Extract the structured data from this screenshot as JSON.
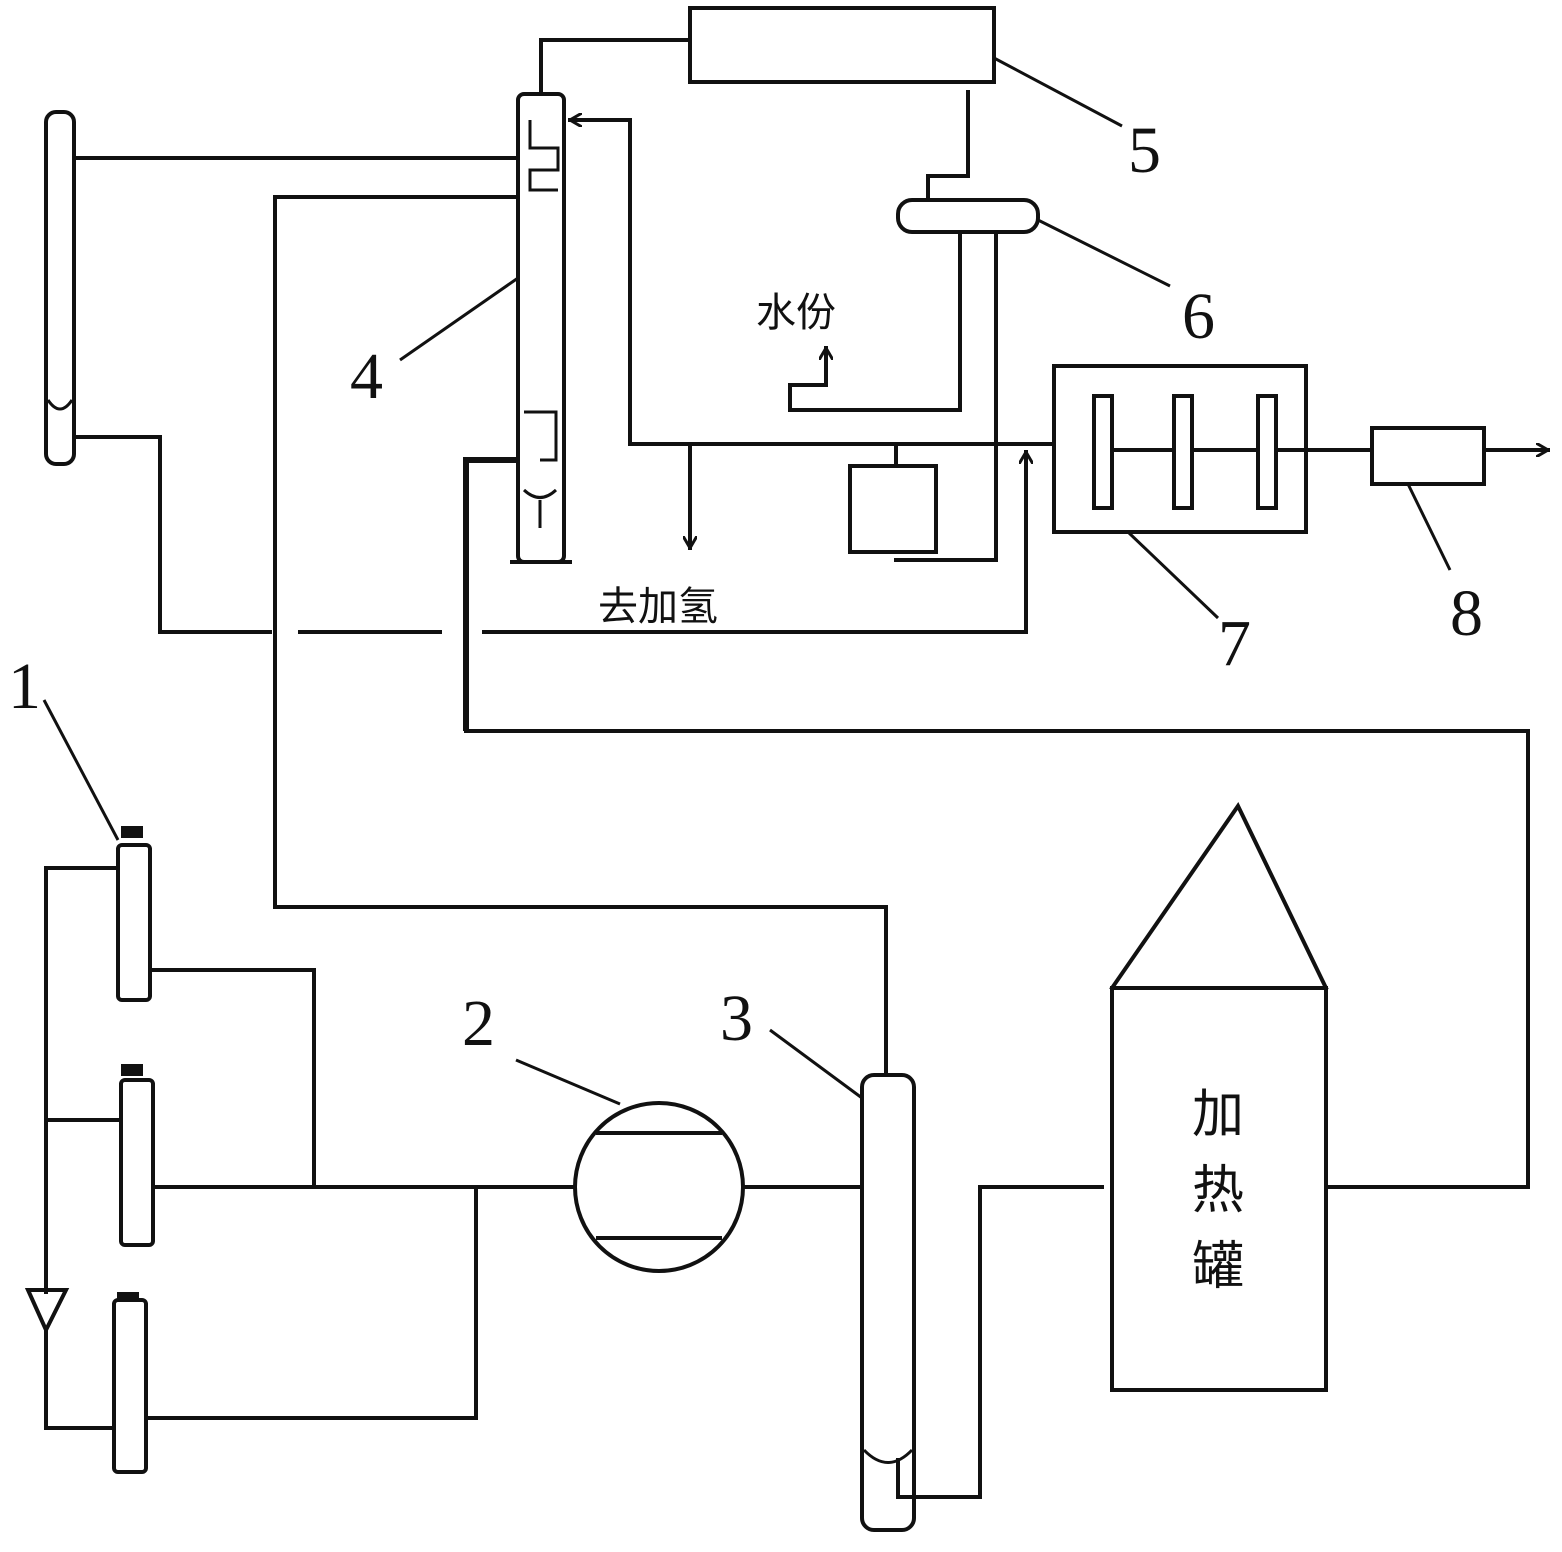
{
  "labels": {
    "n1": "1",
    "n2": "2",
    "n3": "3",
    "n4": "4",
    "n5": "5",
    "n6": "6",
    "n7": "7",
    "n8": "8"
  },
  "text": {
    "water": "水份",
    "to_hydrogenation": "去加氢",
    "heating_tank": [
      "加",
      "热",
      "罐"
    ]
  },
  "colors": {
    "line": "#111111",
    "background": "#ffffff"
  }
}
